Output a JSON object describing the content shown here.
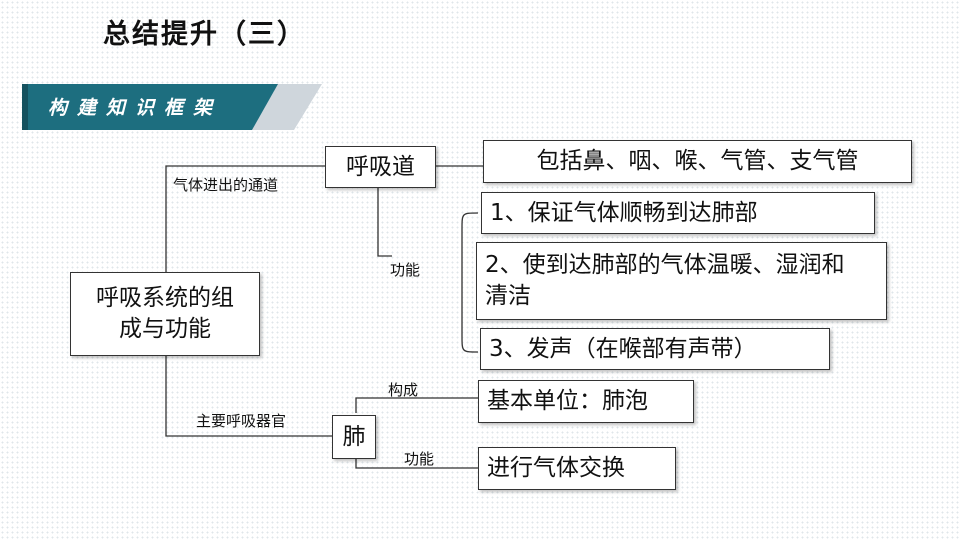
{
  "title": "总结提升（三）",
  "banner": "构建知识框架",
  "root": "呼吸系统的组成与功能",
  "branch_labels": {
    "airway": "气体进出的通道",
    "airway_function": "功能",
    "lung": "主要呼吸器官",
    "lung_composition": "构成",
    "lung_function": "功能"
  },
  "airway": {
    "name": "呼吸道",
    "parts": "包括鼻、咽、喉、气管、支气管",
    "functions": [
      "1、保证气体顺畅到达肺部",
      "2、使到达肺部的气体温暖、湿润和清洁",
      "3、发声（在喉部有声带）"
    ]
  },
  "lung": {
    "name": "肺",
    "unit": "基本单位：肺泡",
    "function": "进行气体交换"
  },
  "colors": {
    "banner": "#1d6e7f",
    "banner_stripe": "#cfd6dc",
    "line": "#333333"
  }
}
